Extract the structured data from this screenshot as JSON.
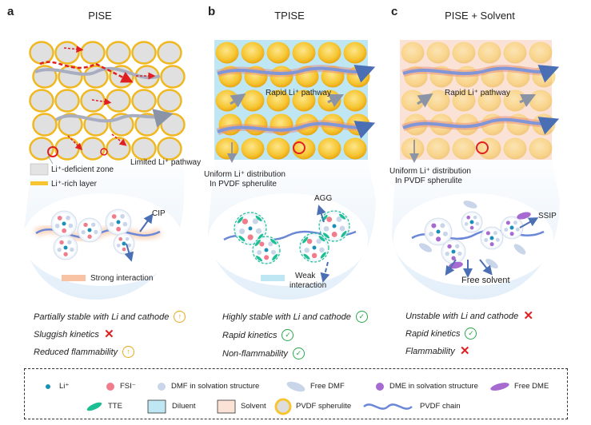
{
  "panels": [
    {
      "letter": "a",
      "title": "PISE"
    },
    {
      "letter": "b",
      "title": "TPISE"
    },
    {
      "letter": "c",
      "title": "PISE + Solvent"
    }
  ],
  "panel_a": {
    "legend_deficient": "Li⁺-deficient zone",
    "legend_rich": "Li⁺-rich layer",
    "pathway": "Limited Li⁺ pathway",
    "cluster_label": "CIP",
    "interaction": "Strong interaction",
    "properties": [
      {
        "text": "Partially stable with Li and cathode",
        "icon": "up-arrow-circle"
      },
      {
        "text": "Sluggish kinetics",
        "icon": "cross"
      },
      {
        "text": "Reduced flammability",
        "icon": "up-arrow-circle"
      }
    ]
  },
  "panel_b": {
    "pathway": "Rapid Li⁺ pathway",
    "distribution_line1": "Uniform Li⁺ distribution",
    "distribution_line2": "In PVDF spherulite",
    "cluster_label": "AGG",
    "interaction_line1": "Weak",
    "interaction_line2": "interaction",
    "properties": [
      {
        "text": "Highly stable with Li and cathode",
        "icon": "check-circle"
      },
      {
        "text": "Rapid kinetics",
        "icon": "check-circle"
      },
      {
        "text": "Non-flammability",
        "icon": "check-circle"
      }
    ]
  },
  "panel_c": {
    "pathway": "Rapid Li⁺ pathway",
    "distribution_line1": "Uniform Li⁺ distribution",
    "distribution_line2": "In PVDF spherulite",
    "cluster_label": "SSIP",
    "free_solvent": "Free solvent",
    "properties": [
      {
        "text": "Unstable with Li and cathode",
        "icon": "cross"
      },
      {
        "text": "Rapid kinetics",
        "icon": "check-circle"
      },
      {
        "text": "Flammability",
        "icon": "cross"
      }
    ]
  },
  "legend": {
    "li": "Li⁺",
    "fsi": "FSI⁻",
    "dmf_solv": "DMF in solvation structure",
    "free_dmf": "Free DMF",
    "dme_solv": "DME in solvation structure",
    "free_dme": "Free DME",
    "tte": "TTE",
    "diluent": "Diluent",
    "solvent": "Solvent",
    "pvdf_sph": "PVDF spherulite",
    "pvdf_chain": "PVDF chain"
  },
  "colors": {
    "li": "#1a8fb8",
    "fsi": "#f07c8c",
    "dmf": "#c9d6ea",
    "dme": "#a66ad1",
    "tte": "#1bbf93",
    "diluent": "#bfe6f3",
    "solvent": "#fbe2d7",
    "sphere": "#f6c531",
    "chain": "#6b87d8",
    "red": "#e02020"
  }
}
